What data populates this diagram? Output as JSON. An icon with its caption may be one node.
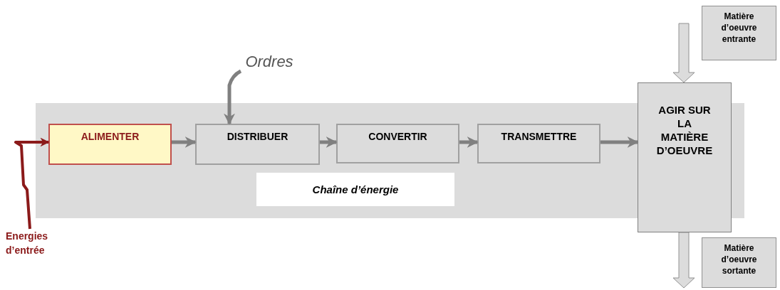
{
  "diagram": {
    "nodes": [
      {
        "text": [
          "Chaîne d’énergie"
        ]
      },
      {
        "text": [
          "ALIMENTER"
        ],
        "in": 0
      },
      {
        "text": [
          "DISTRIBUER"
        ],
        "in": 0
      },
      {
        "text": [
          "CONVERTIR"
        ],
        "in": 0
      },
      {
        "text": [
          "TRANSMETTRE"
        ],
        "in": 0
      },
      {
        "text": [
          "AGIR SUR LA MATIÈRE D’OEUVRE"
        ]
      },
      {
        "text": [
          "Ordres"
        ]
      },
      {
        "text": [
          "Energies d’entrée"
        ]
      },
      {
        "text": [
          "Matière d’oeuvre entrante"
        ]
      },
      {
        "text": [
          "Matière d’oeuvre sortante"
        ]
      }
    ],
    "edges": [
      {
        "from": 1,
        "to": 2,
        "arrow": "to"
      },
      {
        "from": 2,
        "to": 3,
        "arrow": "to"
      },
      {
        "from": 3,
        "to": 4,
        "arrow": "to"
      },
      {
        "from": 4,
        "to": 5,
        "arrow": "to"
      },
      {
        "from": 6,
        "to": 2,
        "arrow": "to"
      },
      {
        "from": 7,
        "to": 1,
        "arrow": "to",
        "color": "#8b1a1a"
      },
      {
        "from": null,
        "to": 5,
        "arrow": "to",
        "style": "thick"
      },
      {
        "from": 5,
        "to": null,
        "arrow": "to",
        "style": "thick"
      }
    ]
  }
}
